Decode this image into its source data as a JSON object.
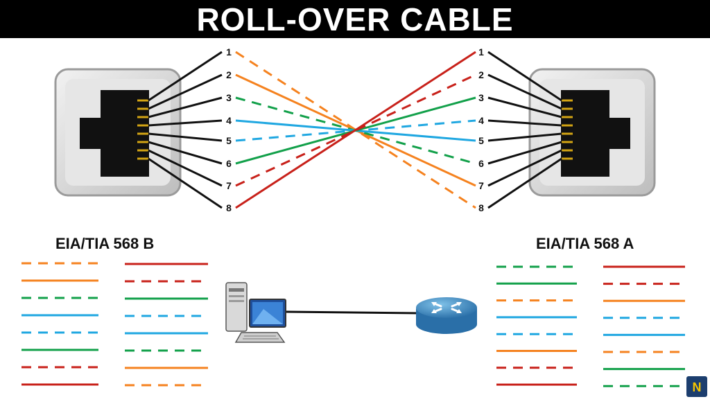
{
  "title": "ROLL-OVER CABLE",
  "pins": [
    "1",
    "2",
    "3",
    "4",
    "5",
    "6",
    "7",
    "8"
  ],
  "standards": {
    "left": "EIA/TIA 568 B",
    "right": "EIA/TIA 568 A"
  },
  "colors": {
    "orange": "#f5821f",
    "green": "#12a04a",
    "blue": "#1fa7e1",
    "red": "#c8211a",
    "black": "#111111"
  },
  "crossover_wires": [
    {
      "left_pin": "1",
      "right_pin": "8",
      "color": "orange",
      "dashed": true
    },
    {
      "left_pin": "2",
      "right_pin": "7",
      "color": "orange",
      "dashed": false
    },
    {
      "left_pin": "3",
      "right_pin": "6",
      "color": "green",
      "dashed": true
    },
    {
      "left_pin": "4",
      "right_pin": "5",
      "color": "blue",
      "dashed": false
    },
    {
      "left_pin": "5",
      "right_pin": "4",
      "color": "blue",
      "dashed": true
    },
    {
      "left_pin": "6",
      "right_pin": "3",
      "color": "green",
      "dashed": false
    },
    {
      "left_pin": "7",
      "right_pin": "2",
      "color": "red",
      "dashed": true
    },
    {
      "left_pin": "8",
      "right_pin": "1",
      "color": "red",
      "dashed": false
    }
  ],
  "color_groups": {
    "b_left": [
      {
        "color": "orange",
        "dashed": true
      },
      {
        "color": "orange",
        "dashed": false
      },
      {
        "color": "green",
        "dashed": true
      },
      {
        "color": "blue",
        "dashed": false
      },
      {
        "color": "blue",
        "dashed": true
      },
      {
        "color": "green",
        "dashed": false
      },
      {
        "color": "red",
        "dashed": true
      },
      {
        "color": "red",
        "dashed": false
      }
    ],
    "b_right": [
      {
        "color": "red",
        "dashed": false
      },
      {
        "color": "red",
        "dashed": true
      },
      {
        "color": "green",
        "dashed": false
      },
      {
        "color": "blue",
        "dashed": true
      },
      {
        "color": "blue",
        "dashed": false
      },
      {
        "color": "green",
        "dashed": true
      },
      {
        "color": "orange",
        "dashed": false
      },
      {
        "color": "orange",
        "dashed": true
      }
    ],
    "a_left": [
      {
        "color": "green",
        "dashed": true
      },
      {
        "color": "green",
        "dashed": false
      },
      {
        "color": "orange",
        "dashed": true
      },
      {
        "color": "blue",
        "dashed": false
      },
      {
        "color": "blue",
        "dashed": true
      },
      {
        "color": "orange",
        "dashed": false
      },
      {
        "color": "red",
        "dashed": true
      },
      {
        "color": "red",
        "dashed": false
      }
    ],
    "a_right": [
      {
        "color": "red",
        "dashed": false
      },
      {
        "color": "red",
        "dashed": true
      },
      {
        "color": "orange",
        "dashed": false
      },
      {
        "color": "blue",
        "dashed": true
      },
      {
        "color": "blue",
        "dashed": false
      },
      {
        "color": "orange",
        "dashed": true
      },
      {
        "color": "green",
        "dashed": false
      },
      {
        "color": "green",
        "dashed": true
      }
    ]
  },
  "icons": {
    "computer": "computer-icon",
    "router": "router-icon",
    "logo": "logo-icon"
  }
}
